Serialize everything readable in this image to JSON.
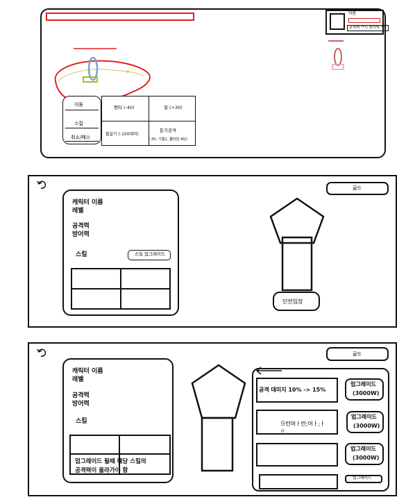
{
  "panel1": {
    "player_name_label": "이름",
    "stats_label": "공격력 ***/ 방어력 ***",
    "menu_items": [
      "이동",
      "스킬",
      "취소/패스"
    ],
    "actions": {
      "attack": "평타 (-40)",
      "heal": "힐 (+30)",
      "finisher": "필살기 (-100데미)",
      "special": "돈기공격",
      "special_detail": "(-30, 기절2, 쿨타임 4턴)"
    }
  },
  "panel2": {
    "back_icon": "undo-icon",
    "gold_label": "골드",
    "char_name": "캐릭터 이름",
    "level": "레벨",
    "attack": "공격력",
    "defense": "방어력",
    "skill": "스킬",
    "skill_upgrade_button": "스킬 업그레이드",
    "dungeon_button": "던전입장"
  },
  "panel3": {
    "back_icon": "undo-icon",
    "gold_label": "골드",
    "char_name": "캐릭터 이름",
    "level": "레벨",
    "attack": "공격력",
    "defense": "방어력",
    "skill": "스킬",
    "upgrade_note_line1": "업그레이드 될때 해당 스킬의",
    "upgrade_note_line2": "공격력이 올라가야 함",
    "upgrades": [
      {
        "text": "공격     데미지 10% -> 15%",
        "button": "업그레이드",
        "price": "(3000W)"
      },
      {
        "text": "으런머ㅏ런;어ㅏ;ㅏ",
        "text2": "ㅇ",
        "button": "업그레이드",
        "price": "(3000W)"
      },
      {
        "text": "",
        "button": "업그레이드",
        "price": "(3000W)"
      },
      {
        "text": "",
        "button": "업그레이드",
        "price": ""
      }
    ]
  }
}
